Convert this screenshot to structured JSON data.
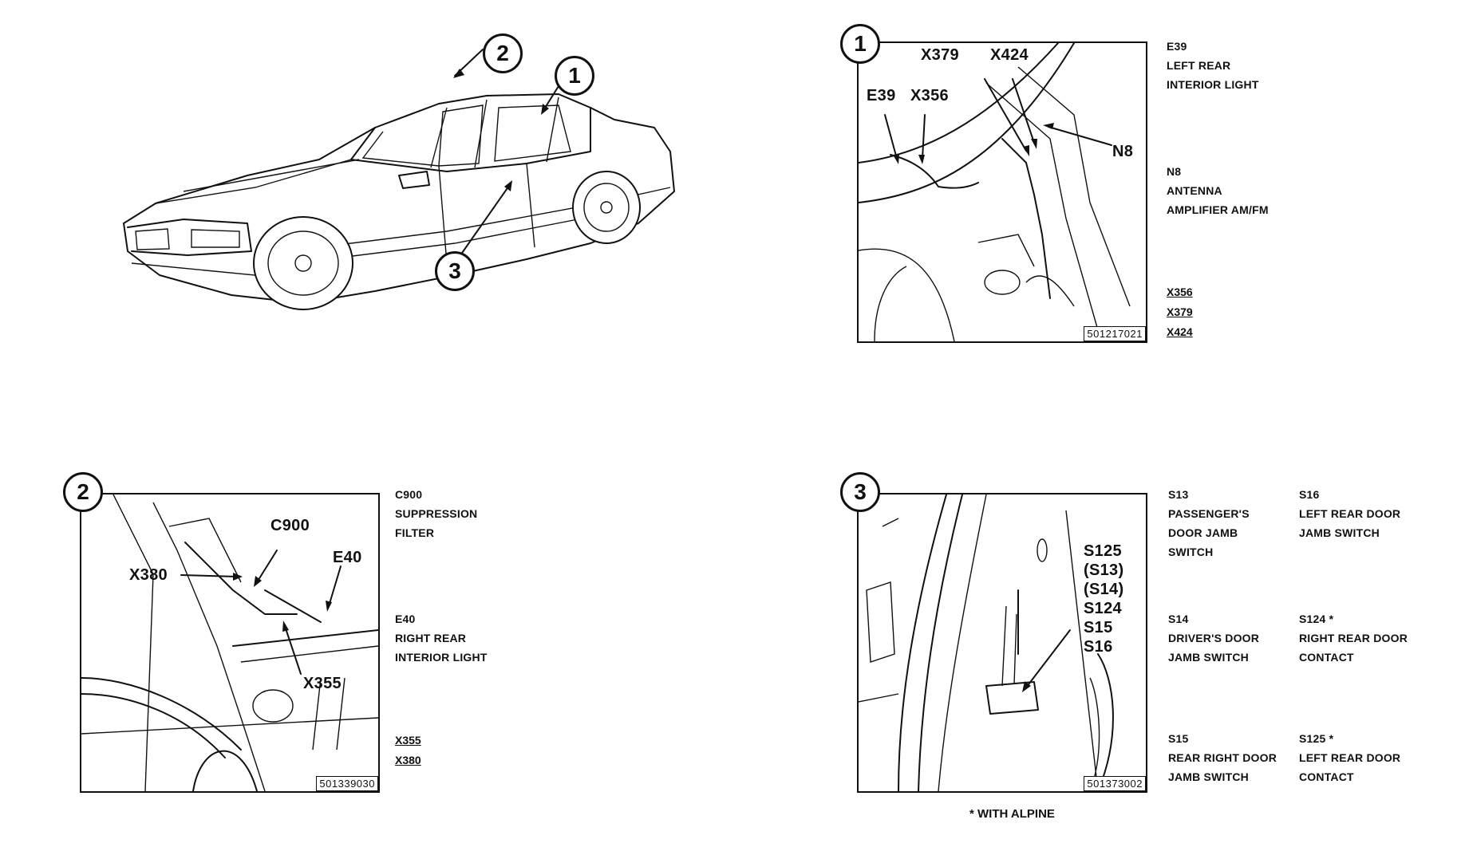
{
  "car": {
    "callouts": [
      "2",
      "1",
      "3"
    ]
  },
  "panel1": {
    "number": "1",
    "code": "501217021",
    "callouts": [
      "X379",
      "X424",
      "E39",
      "X356",
      "N8"
    ],
    "legend": [
      {
        "code": "E39",
        "text": "LEFT REAR\nINTERIOR LIGHT"
      },
      {
        "code": "N8",
        "text": "ANTENNA\nAMPLIFIER AM/FM"
      }
    ],
    "connectors": [
      "X356",
      "X379",
      "X424"
    ]
  },
  "panel2": {
    "number": "2",
    "code": "501339030",
    "callouts": [
      "C900",
      "X380",
      "E40",
      "X355"
    ],
    "legend": [
      {
        "code": "C900",
        "text": "SUPPRESSION\nFILTER"
      },
      {
        "code": "E40",
        "text": "RIGHT REAR\nINTERIOR LIGHT"
      }
    ],
    "connectors": [
      "X355",
      "X380"
    ]
  },
  "panel3": {
    "number": "3",
    "code": "501373002",
    "callouts": [
      "S125",
      "(S13)",
      "(S14)",
      "S124",
      "S15",
      "S16"
    ],
    "legend": [
      {
        "code": "S13",
        "text": "PASSENGER'S\nDOOR JAMB\nSWITCH"
      },
      {
        "code": "S16",
        "text": "LEFT REAR DOOR\nJAMB SWITCH"
      },
      {
        "code": "S14",
        "text": "DRIVER'S DOOR\nJAMB SWITCH"
      },
      {
        "code": "S124 *",
        "text": "RIGHT REAR DOOR\nCONTACT"
      },
      {
        "code": "S15",
        "text": "REAR RIGHT DOOR\nJAMB SWITCH"
      },
      {
        "code": "S125 *",
        "text": "LEFT REAR DOOR\nCONTACT"
      }
    ],
    "footnote": "* WITH ALPINE"
  }
}
